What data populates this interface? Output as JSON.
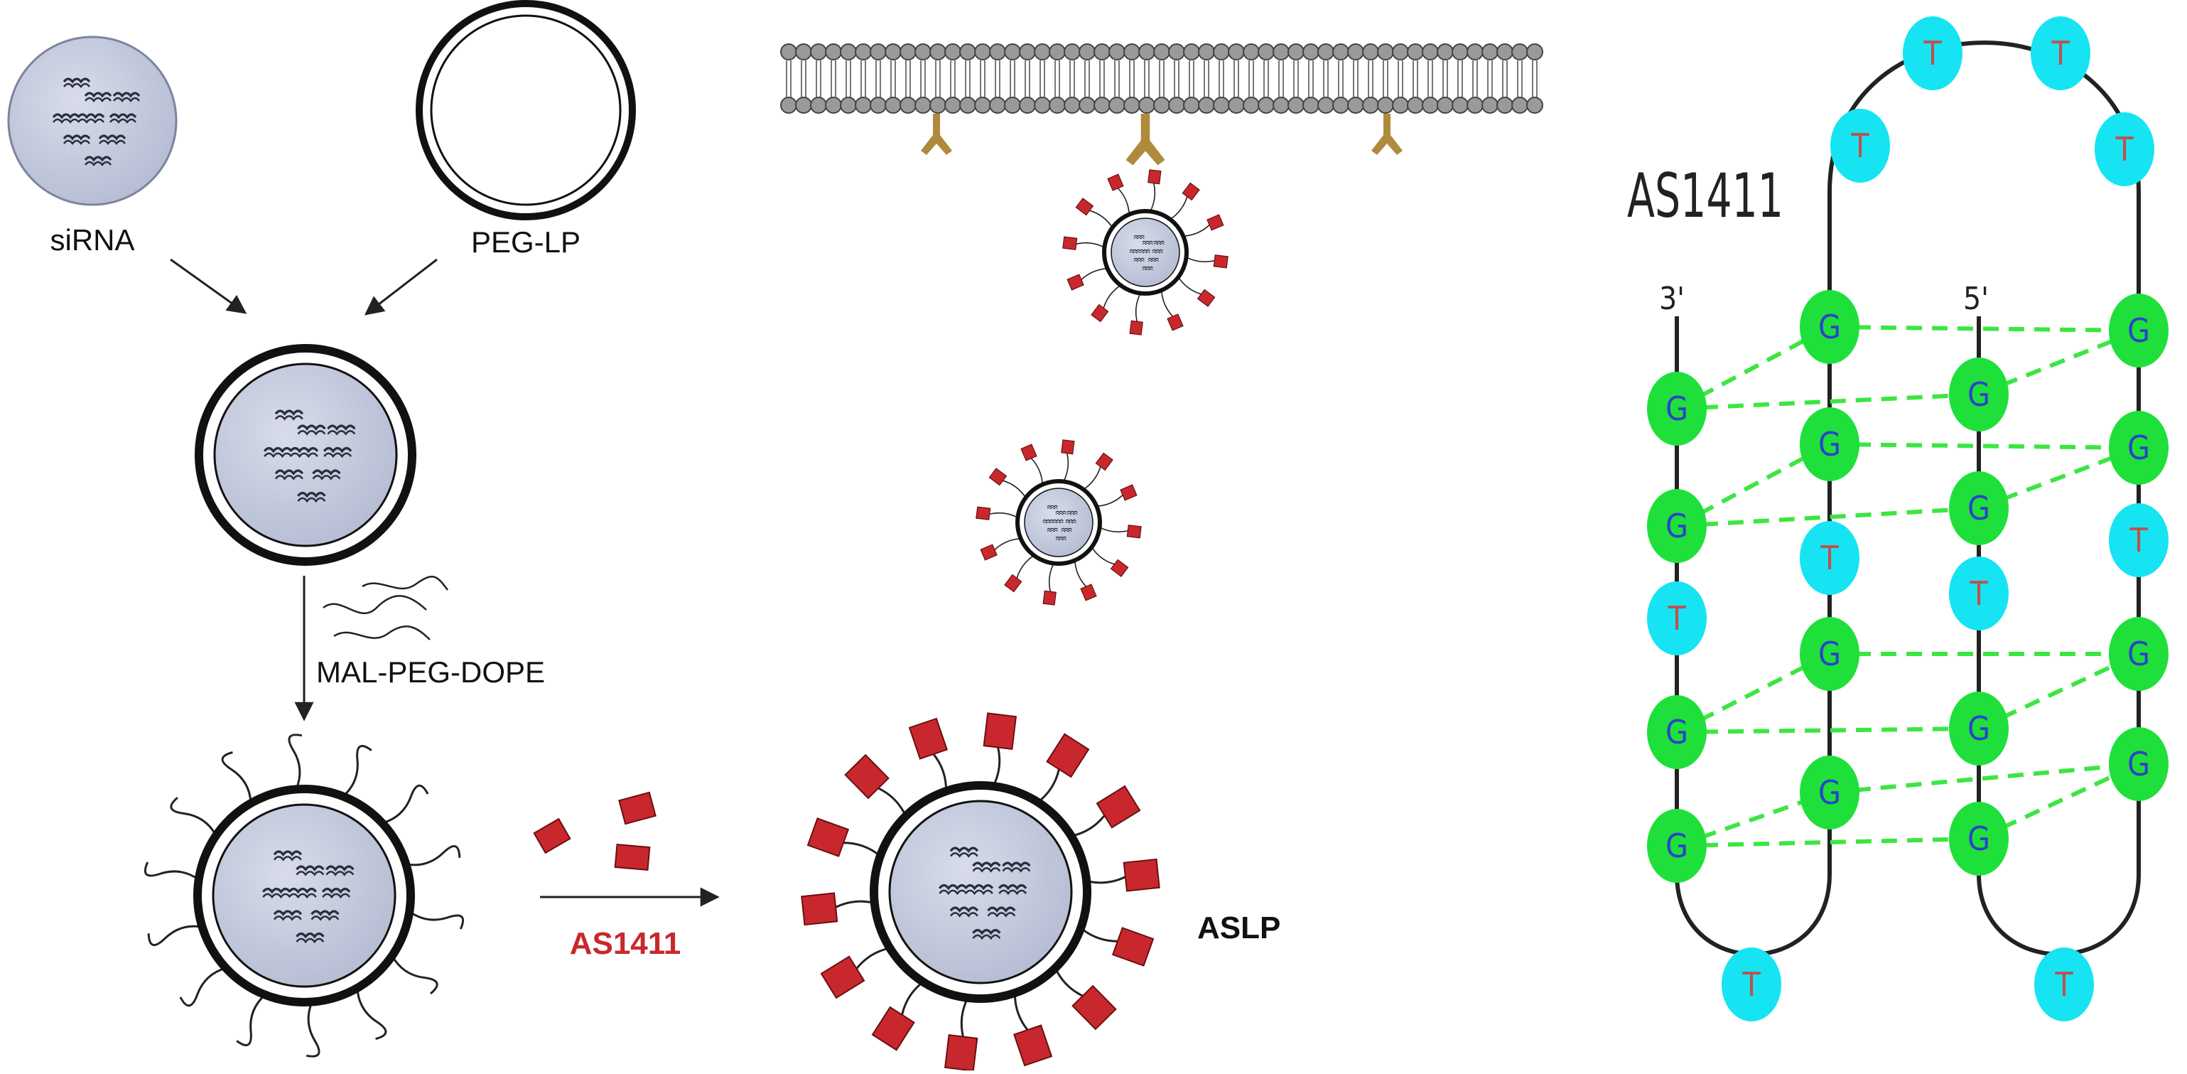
{
  "labels": {
    "sirna": "siRNA",
    "peg_lp": "PEG-LP",
    "mal_peg_dope": "MAL-PEG-DOPE",
    "as1411_arrow": "AS1411",
    "aslp": "ASLP",
    "as1411_title": "AS1411",
    "three_prime": "3'",
    "five_prime": "5'"
  },
  "colors": {
    "vesicle_fill": "#c2c8dc",
    "aptamer_red": "#c8282d",
    "receptor_gold": "#b08a3c",
    "bilayer_head": "#9a9a9a",
    "nucleotide_g": "#1fe03a",
    "nucleotide_t": "#16e4f2",
    "letter_g": "#2c43c8",
    "letter_t": "#c0504d",
    "hbond": "#3ce642",
    "as1411_text": "#c8282d"
  },
  "aptamer": {
    "sequence_columns": {
      "col1": [
        "G",
        "G",
        "T",
        "G",
        "G"
      ],
      "col2": [
        "G",
        "G",
        "T",
        "G",
        "G"
      ],
      "col3": [
        "G",
        "G",
        "T",
        "G",
        "G"
      ],
      "col4": [
        "G",
        "G",
        "T",
        "G",
        "G"
      ],
      "loops": [
        "T",
        "T",
        "T",
        "T",
        "T",
        "T"
      ]
    }
  }
}
